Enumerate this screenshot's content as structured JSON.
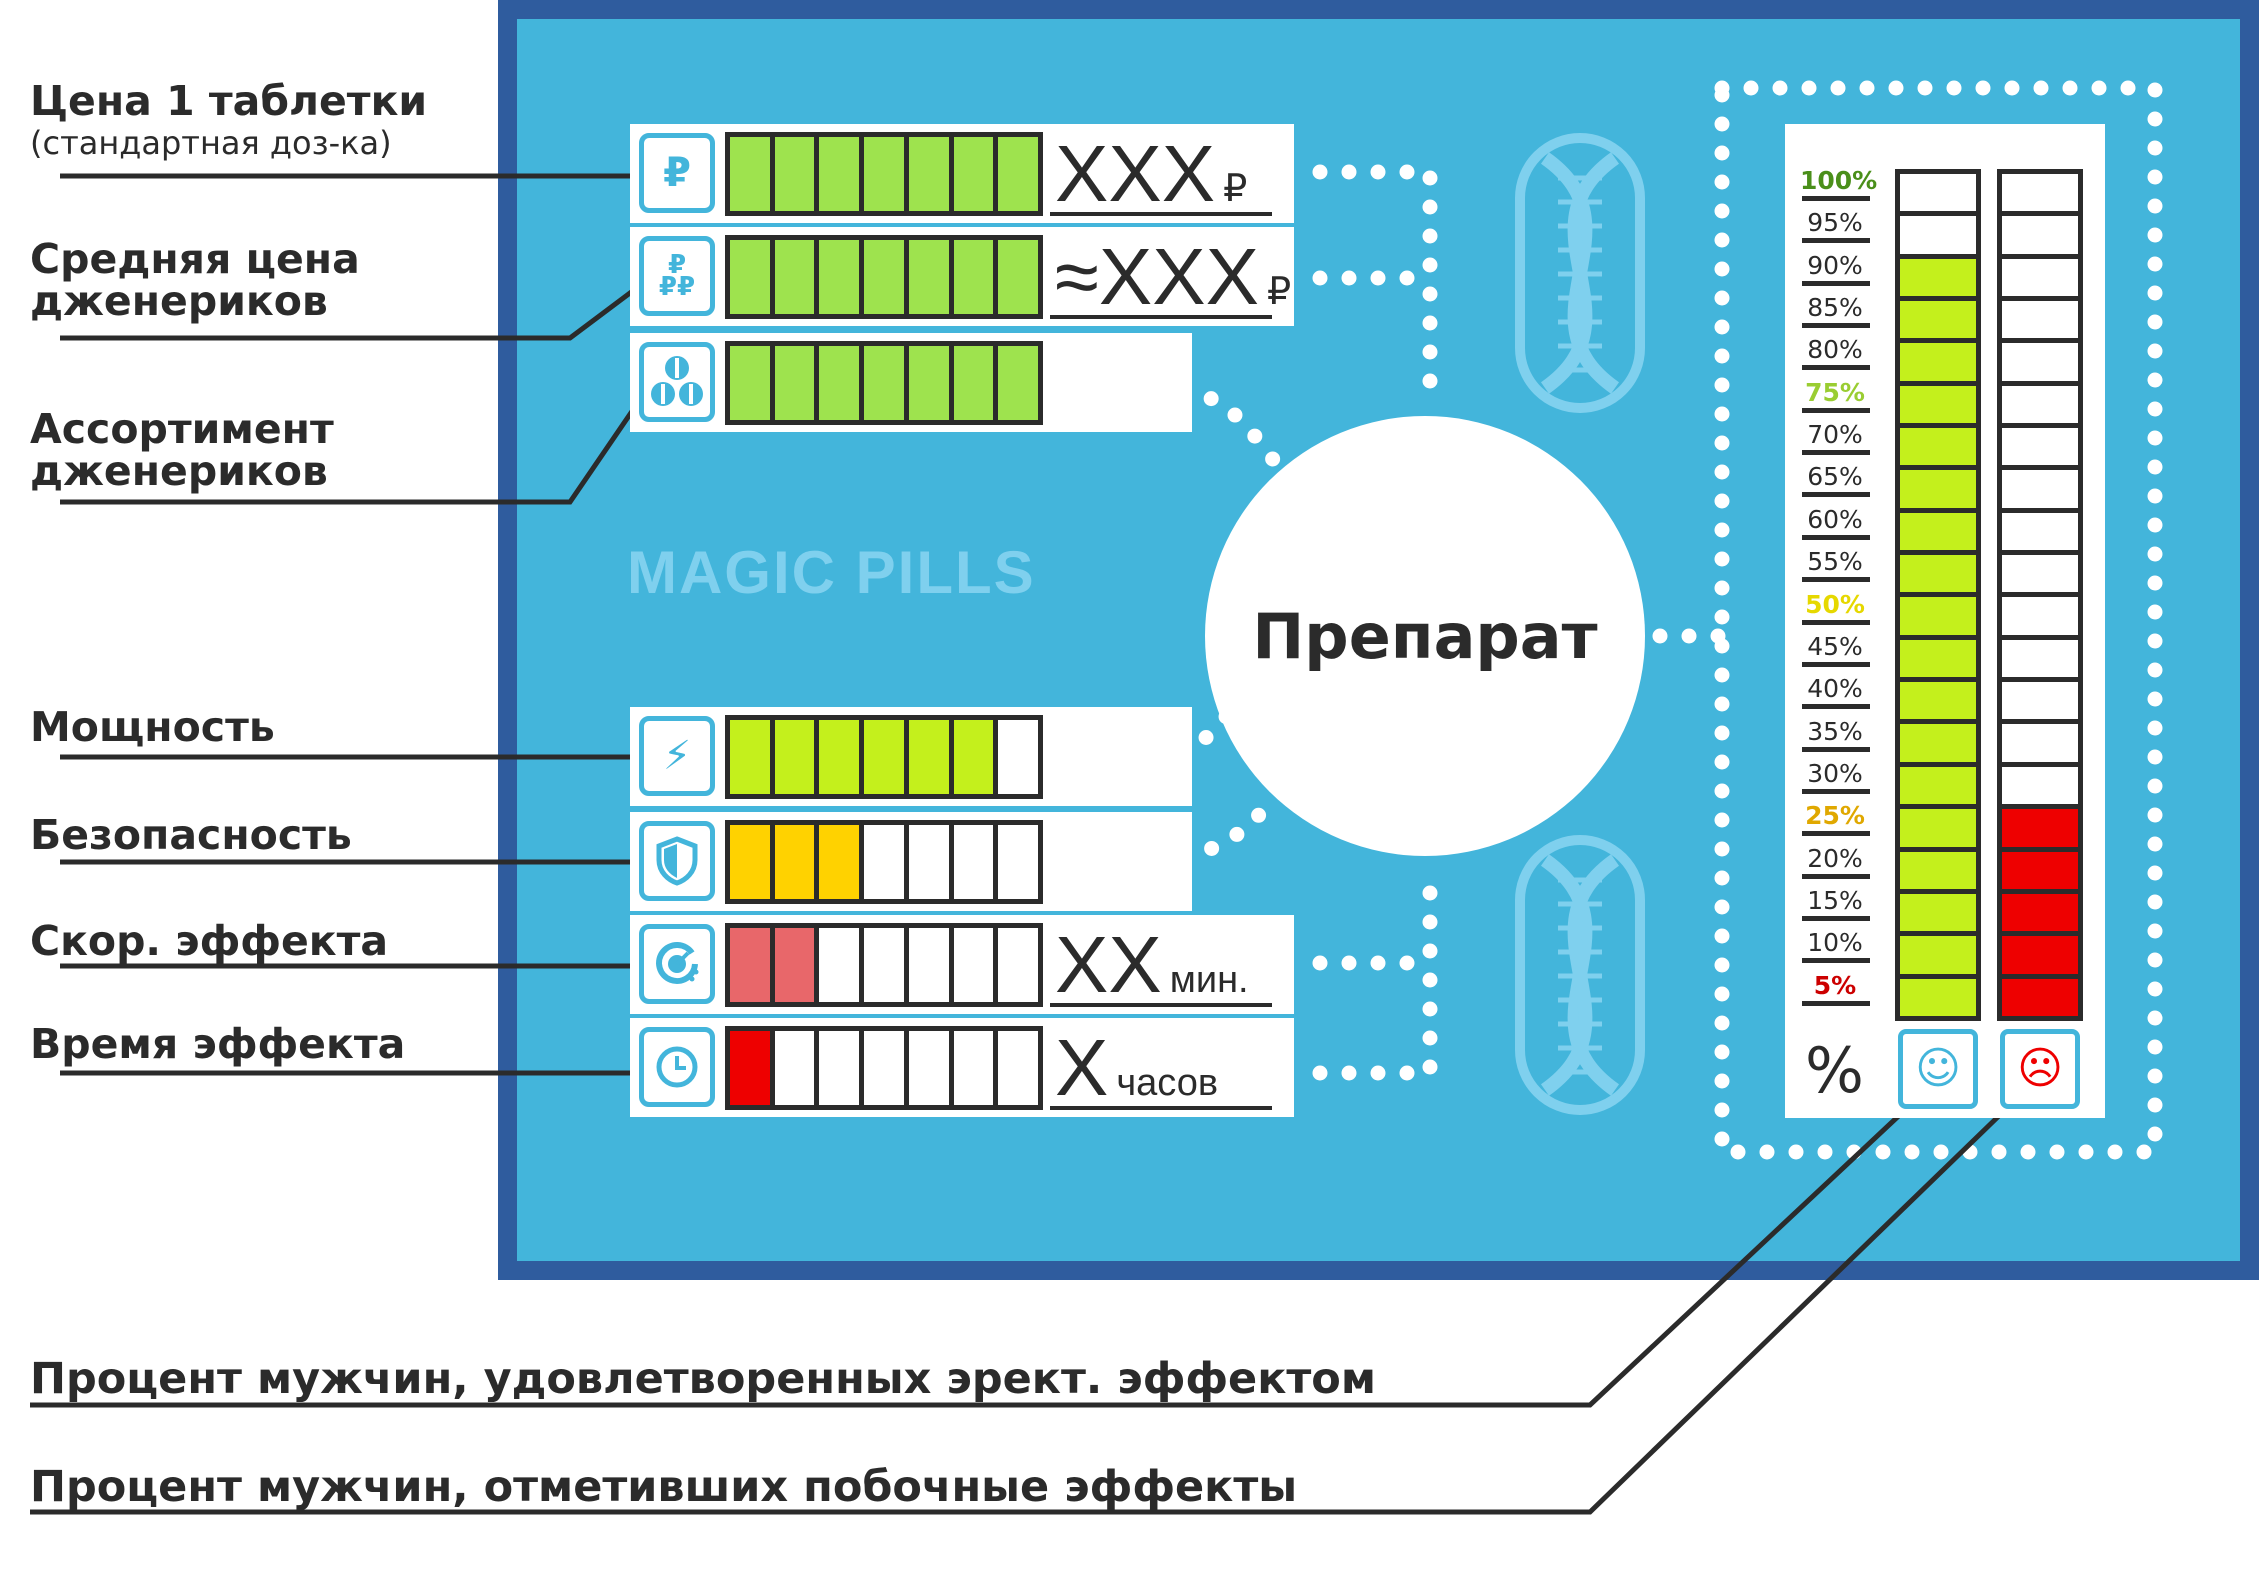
{
  "colors": {
    "panel": "#43b5db",
    "panel_border": "#2f5c9e",
    "bar_green": "#9ee34e",
    "bar_lime": "#c4f01c",
    "bar_yellow": "#ffd200",
    "bar_salmon": "#e8676a",
    "bar_red": "#ee0000",
    "empty": "#ffffff",
    "ink": "#2b2b2b"
  },
  "annotations": [
    {
      "id": "price",
      "label": "Цена 1 таблетки",
      "sub": "(стандартная доз-ка)"
    },
    {
      "id": "generic_price",
      "label": "Средняя цена\nдженериков"
    },
    {
      "id": "assortment",
      "label": "Ассортимент\nдженериков"
    },
    {
      "id": "power",
      "label": "Мощность"
    },
    {
      "id": "safety",
      "label": "Безопасность"
    },
    {
      "id": "speed",
      "label": "Скор. эффекта"
    },
    {
      "id": "duration",
      "label": "Время эффекта"
    }
  ],
  "bottom_annotations": {
    "satisfied": "Процент мужчин, удовлетворенных эрект. эффектом",
    "side_effects": "Процент мужчин, отметивших побочные эффекты"
  },
  "brand": "MAGIC PILLS",
  "center_label": "Препарат",
  "rows": [
    {
      "id": "price",
      "icon": "ruble-icon",
      "glyph": "₽",
      "filled": 7,
      "total": 7,
      "color": "bar_green",
      "value": "XXX",
      "unit": "₽"
    },
    {
      "id": "generic_price",
      "icon": "multi-ruble-icon",
      "glyph": "₽₽",
      "filled": 7,
      "total": 7,
      "color": "bar_green",
      "value": "≈XXX",
      "unit": "₽"
    },
    {
      "id": "assortment",
      "icon": "pills-icon",
      "glyph": "",
      "filled": 7,
      "total": 7,
      "color": "bar_green",
      "value": "",
      "unit": ""
    },
    {
      "id": "power",
      "icon": "lightning-icon",
      "glyph": "⚡",
      "filled": 6,
      "total": 7,
      "color": "bar_lime",
      "value": "",
      "unit": ""
    },
    {
      "id": "safety",
      "icon": "shield-icon",
      "glyph": "",
      "filled": 3,
      "total": 7,
      "color": "bar_yellow",
      "value": "",
      "unit": ""
    },
    {
      "id": "speed",
      "icon": "speed-icon",
      "glyph": "",
      "filled": 2,
      "total": 7,
      "color": "bar_salmon",
      "value": "XX",
      "unit": "мин."
    },
    {
      "id": "duration",
      "icon": "clock-icon",
      "glyph": "",
      "filled": 1,
      "total": 7,
      "color": "bar_red",
      "value": "X",
      "unit": "часов"
    }
  ],
  "chart_data": {
    "type": "bar",
    "title": "",
    "ylabel": "%",
    "ylim": [
      0,
      100
    ],
    "ticks": [
      {
        "label": "100%",
        "color": "#4a8f1a"
      },
      {
        "label": "95%",
        "color": "#2b2b2b"
      },
      {
        "label": "90%",
        "color": "#2b2b2b"
      },
      {
        "label": "85%",
        "color": "#2b2b2b"
      },
      {
        "label": "80%",
        "color": "#2b2b2b"
      },
      {
        "label": "75%",
        "color": "#9acd32"
      },
      {
        "label": "70%",
        "color": "#2b2b2b"
      },
      {
        "label": "65%",
        "color": "#2b2b2b"
      },
      {
        "label": "60%",
        "color": "#2b2b2b"
      },
      {
        "label": "55%",
        "color": "#2b2b2b"
      },
      {
        "label": "50%",
        "color": "#e6d800"
      },
      {
        "label": "45%",
        "color": "#2b2b2b"
      },
      {
        "label": "40%",
        "color": "#2b2b2b"
      },
      {
        "label": "35%",
        "color": "#2b2b2b"
      },
      {
        "label": "30%",
        "color": "#2b2b2b"
      },
      {
        "label": "25%",
        "color": "#e0a800"
      },
      {
        "label": "20%",
        "color": "#2b2b2b"
      },
      {
        "label": "15%",
        "color": "#2b2b2b"
      },
      {
        "label": "10%",
        "color": "#2b2b2b"
      },
      {
        "label": "5%",
        "color": "#cc0000"
      }
    ],
    "series": [
      {
        "icon": "smiley-icon",
        "glyph": "☺",
        "value": 90,
        "color": "#c4f01c"
      },
      {
        "icon": "sad-face-icon",
        "glyph": "☹",
        "value": 25,
        "color": "#ee0000"
      }
    ],
    "percent_sign": "%"
  }
}
